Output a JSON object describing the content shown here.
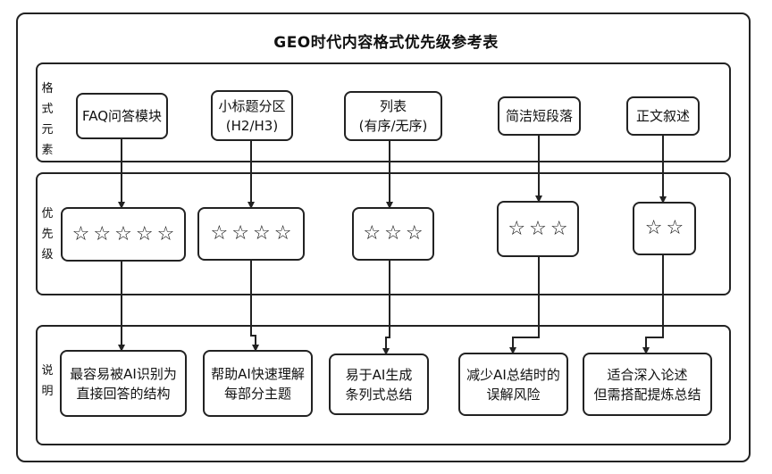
{
  "diagram": {
    "title": "GEO时代内容格式优先级参考表",
    "rows": {
      "formats_label": [
        "格",
        "式",
        "元",
        "素"
      ],
      "priority_label": [
        "优",
        "先",
        "级"
      ],
      "notes_label": [
        "说",
        "明"
      ]
    },
    "columns": [
      {
        "format": [
          "FAQ问答模块"
        ],
        "stars": 5,
        "note": [
          "最容易被AI识别为",
          "直接回答的结构"
        ]
      },
      {
        "format": [
          "小标题分区",
          "(H2/H3)"
        ],
        "stars": 4,
        "note": [
          "帮助AI快速理解",
          "每部分主题"
        ]
      },
      {
        "format": [
          "列表",
          "(有序/无序)"
        ],
        "stars": 3,
        "note": [
          "易于AI生成",
          "条列式总结"
        ]
      },
      {
        "format": [
          "简洁短段落"
        ],
        "stars": 3,
        "note": [
          "减少AI总结时的",
          "误解风险"
        ]
      },
      {
        "format": [
          "正文叙述"
        ],
        "stars": 2,
        "note": [
          "适合深入论述",
          "但需搭配提炼总结"
        ]
      }
    ],
    "star_glyph": "☆",
    "line_color": "#222222"
  }
}
